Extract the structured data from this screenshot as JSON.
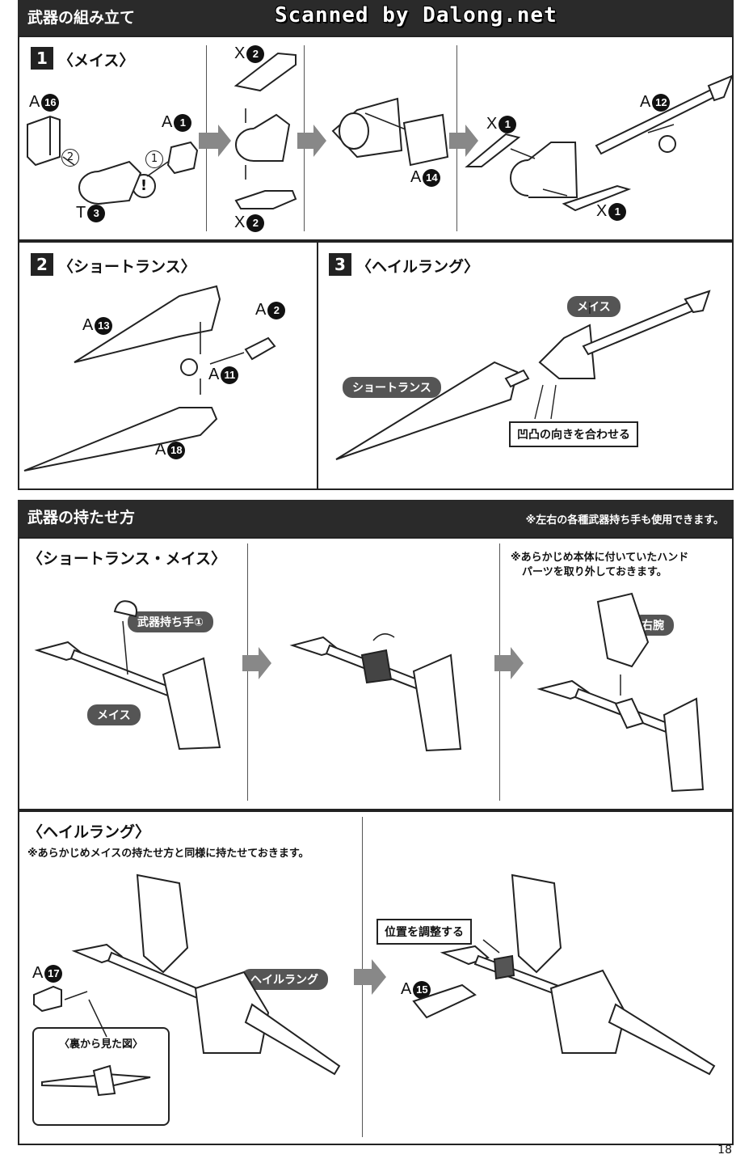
{
  "watermark": "Scanned by Dalong.net",
  "section1": {
    "title": "武器の組み立て"
  },
  "step1": {
    "num": "1",
    "title": "〈メイス〉",
    "labels": {
      "a16": "A",
      "a16n": "16",
      "a1": "A",
      "a1n": "1",
      "t3": "T",
      "t3n": "3",
      "x2a": "X",
      "x2an": "2",
      "x2b": "X",
      "x2bn": "2",
      "a14": "A",
      "a14n": "14",
      "x1a": "X",
      "x1an": "1",
      "x1b": "X",
      "x1bn": "1",
      "a12": "A",
      "a12n": "12",
      "o2": "2",
      "o1": "1",
      "excl": "!"
    }
  },
  "step2": {
    "num": "2",
    "title": "〈ショートランス〉",
    "labels": {
      "a13": "A",
      "a13n": "13",
      "a2": "A",
      "a2n": "2",
      "a11": "A",
      "a11n": "11",
      "a18": "A",
      "a18n": "18"
    }
  },
  "step3": {
    "num": "3",
    "title": "〈ヘイルラング〉",
    "pills": {
      "mace": "メイス",
      "lance": "ショートランス"
    },
    "box": "凹凸の向きを合わせる"
  },
  "section2": {
    "title": "武器の持たせ方",
    "note": "※左右の各種武器持ち手も使用できます。"
  },
  "hold1": {
    "title": "〈ショートランス・メイス〉",
    "pills": {
      "hand": "武器持ち手①",
      "mace": "メイス",
      "rightarm": "右腕"
    },
    "note1": "※あらかじめ本体に付いていたハンド",
    "note2": "パーツを取り外しておきます。"
  },
  "hold2": {
    "title": "〈ヘイルラング〉",
    "note": "※あらかじめメイスの持たせ方と同様に持たせておきます。",
    "pills": {
      "hail": "ヘイルラング"
    },
    "box": "位置を調整する",
    "inset": "〈裏から見た図〉",
    "labels": {
      "a17": "A",
      "a17n": "17",
      "a15": "A",
      "a15n": "15"
    }
  },
  "page": "18"
}
